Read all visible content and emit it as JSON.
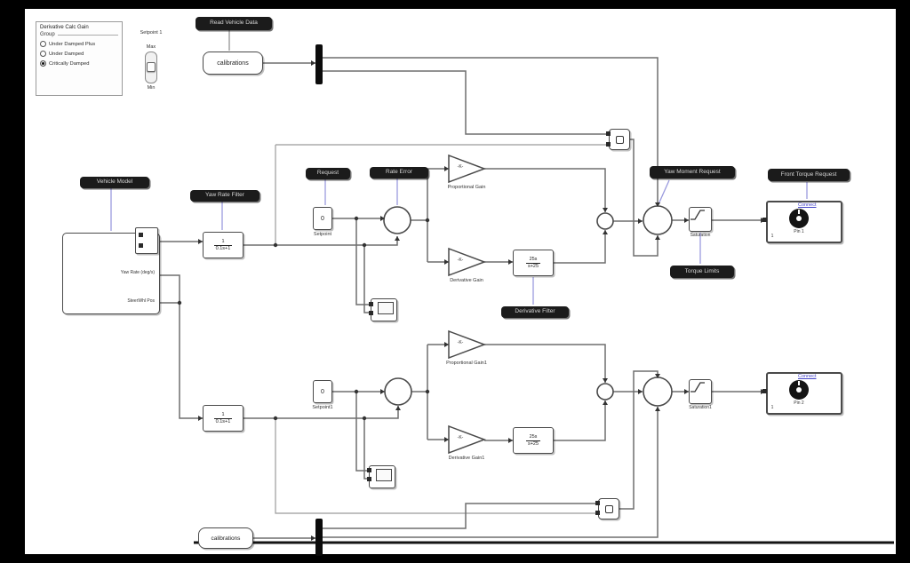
{
  "colors": {
    "wire": "#6e6e6e",
    "wire_light": "#9b9b9b",
    "annotation_connector": "#9a9ade",
    "pill_bg": "#1b1b1b",
    "pill_text": "#d6d6d6",
    "link_blue": "#4646c8"
  },
  "panel": {
    "title": "Derivative Calc Gain",
    "group_label": "Group",
    "options": [
      {
        "label": "Under Damped Plus",
        "selected": false
      },
      {
        "label": "Under Damped",
        "selected": false
      },
      {
        "label": "Critically Damped",
        "selected": true
      }
    ]
  },
  "slider": {
    "title": "Setpoint 1",
    "max_label": "Max",
    "min_label": "Min"
  },
  "annotations": {
    "read_vehicle_data": "Read Vehicle Data",
    "vehicle_model": "Vehicle Model",
    "yaw_rate_filter": "Yaw Rate Filter",
    "request": "Request",
    "rate_error": "Rate Error",
    "derivative_filter": "Derivative Filter",
    "yaw_moment_request": "Yaw Moment Request",
    "torque_limits": "Torque Limits",
    "front_torque_request": "Front Torque Request"
  },
  "blocks": {
    "calibrations_top": "calibrations",
    "calibrations_bottom": "calibrations",
    "subsystem": {
      "line1": "Yaw Rate (deg/s)",
      "line2": "SteerWhl Pos"
    },
    "filter_top": {
      "num": "1",
      "den": "0.1s+1"
    },
    "filter_bottom": {
      "num": "1",
      "den": "0.1s+1"
    },
    "const_top": {
      "value": "0",
      "caption": "Setpoint"
    },
    "const_bottom": {
      "value": "0",
      "caption": "Setpoint1"
    },
    "pgain_top": {
      "value": "-K-",
      "caption": "Proportional Gain"
    },
    "dgain_top": {
      "value": "-K-",
      "caption": "Derivative Gain"
    },
    "pgain_bottom": {
      "value": "-K-",
      "caption": "Proportional Gain1"
    },
    "dgain_bottom": {
      "value": "-K-",
      "caption": "Derivative Gain1"
    },
    "tf_top": {
      "num": "25s",
      "den": "s+25"
    },
    "tf_bottom": {
      "num": "25s",
      "den": "s+25"
    },
    "sat_top": {
      "caption": "Saturation"
    },
    "sat_bottom": {
      "caption": "Saturation1"
    },
    "gauge_top": {
      "link": "Connect",
      "caption": "Pin 1",
      "port": "1"
    },
    "gauge_bottom": {
      "link": "Connect",
      "caption": "Pin 2",
      "port": "1"
    }
  }
}
